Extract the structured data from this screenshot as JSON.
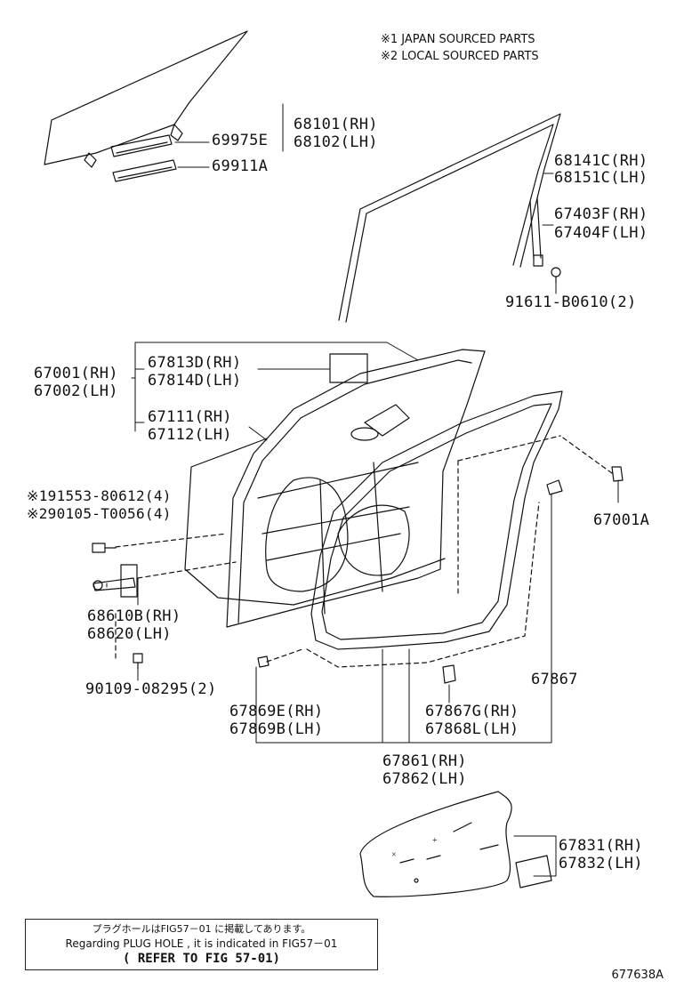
{
  "notes": {
    "japan": "※1 JAPAN SOURCED PARTS",
    "local": "※2 LOCAL SOURCED PARTS"
  },
  "callouts": {
    "glass_rh": "68101(RH)",
    "glass_lh": "68102(LH)",
    "c69975e": "69975E",
    "c69911a": "69911A",
    "run_rh": "68141C(RH)",
    "run_lh": "68151C(LH)",
    "c67403f": "67403F(RH)",
    "c67404f": "67404F(LH)",
    "screw_91611": "91611-B0610(2)",
    "door_rh": "67001(RH)",
    "door_lh": "67002(LH)",
    "cover_rh": "67813D(RH)",
    "cover_lh": "67814D(LH)",
    "frame_rh": "67111(RH)",
    "frame_lh": "67112(LH)",
    "bolt_japan": "※191553-80612(4)",
    "bolt_local": "※290105-T0056(4)",
    "c67001a": "67001A",
    "check_rh": "68610B(RH)",
    "check_lh": "68620(LH)",
    "bolt_90109": "90109-08295(2)",
    "c67867": "67867",
    "clip_rh": "67869E(RH)",
    "clip_lh": "67869B(LH)",
    "clip2_rh": "67867G(RH)",
    "clip2_lh": "67868L(LH)",
    "ws_rh": "67861(RH)",
    "ws_lh": "67862(LH)",
    "hole_rh": "67831(RH)",
    "hole_lh": "67832(LH)"
  },
  "reference": {
    "line1": "プラグホールはFIG57－01 に掲載してあります。",
    "line2": "Regarding PLUG HOLE , it is indicated in FIG57－01",
    "line3": "( REFER TO FIG 57-01)"
  },
  "diagram_id": "677638A"
}
